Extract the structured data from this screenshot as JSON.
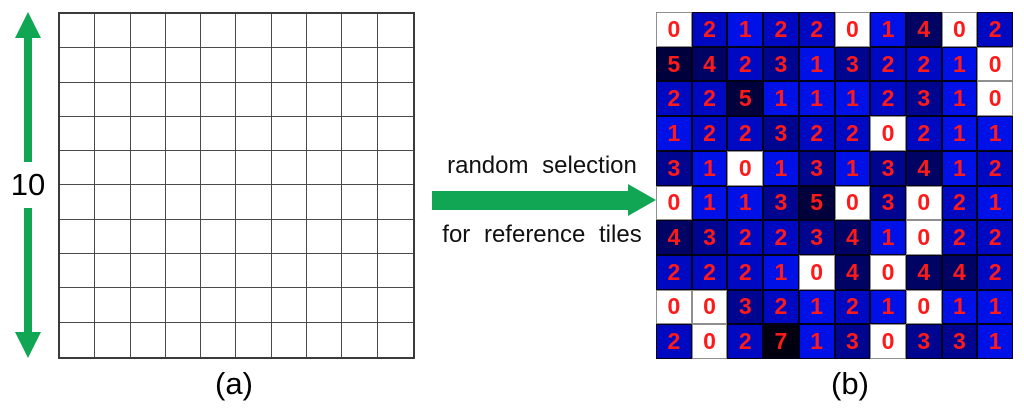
{
  "figure": {
    "left_label": "10",
    "caption_a": "(a)",
    "caption_b": "(b)",
    "arrow_text_line1": "random selection",
    "arrow_text_line2": "for reference tiles"
  },
  "grid_a": {
    "rows": 10,
    "cols": 10
  },
  "grid_b": {
    "rows": 10,
    "cols": 10,
    "values": [
      [
        0,
        2,
        1,
        2,
        2,
        0,
        1,
        4,
        0,
        2
      ],
      [
        5,
        4,
        2,
        3,
        1,
        3,
        2,
        2,
        1,
        0
      ],
      [
        2,
        2,
        5,
        1,
        1,
        1,
        2,
        3,
        1,
        0
      ],
      [
        1,
        2,
        2,
        3,
        2,
        2,
        0,
        2,
        1,
        1
      ],
      [
        3,
        1,
        0,
        1,
        3,
        1,
        3,
        4,
        1,
        2
      ],
      [
        0,
        1,
        1,
        3,
        5,
        0,
        3,
        0,
        2,
        1
      ],
      [
        4,
        3,
        2,
        2,
        3,
        4,
        1,
        0,
        2,
        2
      ],
      [
        2,
        2,
        2,
        1,
        0,
        4,
        0,
        4,
        4,
        2
      ],
      [
        0,
        0,
        3,
        2,
        1,
        2,
        1,
        0,
        1,
        1
      ],
      [
        2,
        0,
        2,
        7,
        1,
        3,
        0,
        3,
        3,
        1
      ]
    ]
  },
  "colors": {
    "green": "#10a653",
    "digit_red": "#ff1a1a",
    "white_cell_border": "#8f8f8f",
    "dark_cell_border": "#000018",
    "value_colors": {
      "0": "#ffffff",
      "1": "#0011e8",
      "2": "#0009c2",
      "3": "#000590",
      "4": "#000264",
      "5": "#00013c",
      "7": "#000010"
    }
  }
}
